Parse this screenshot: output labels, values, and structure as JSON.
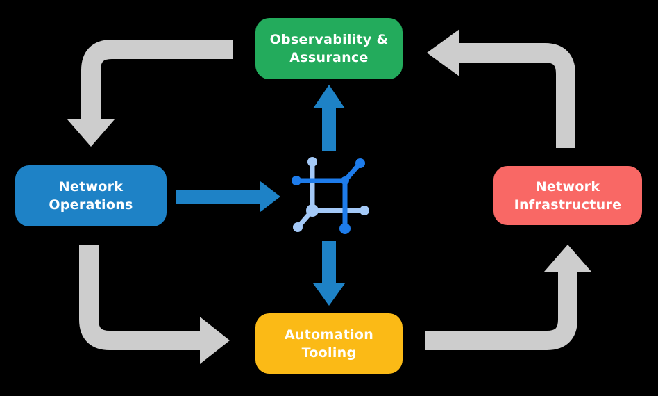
{
  "colors": {
    "background": "#000000",
    "gray_arrow": "#CDCDCD",
    "blue_arrow": "#1E82C6",
    "icon_dark": "#1E7CEB",
    "icon_light": "#A4C9F7",
    "node_text": "#FFFFFF"
  },
  "nodes": {
    "observability": {
      "line1": "Observability &",
      "line2": "Assurance",
      "color": "#23AB5C"
    },
    "operations": {
      "line1": "Network",
      "line2": "Operations",
      "color": "#1E82C6"
    },
    "infrastructure": {
      "line1": "Network",
      "line2": "Infrastructure",
      "color": "#F96865"
    },
    "automation": {
      "line1": "Automation",
      "line2": "Tooling",
      "color": "#FBBA16"
    }
  },
  "icon": {
    "name": "network-mesh-icon"
  }
}
